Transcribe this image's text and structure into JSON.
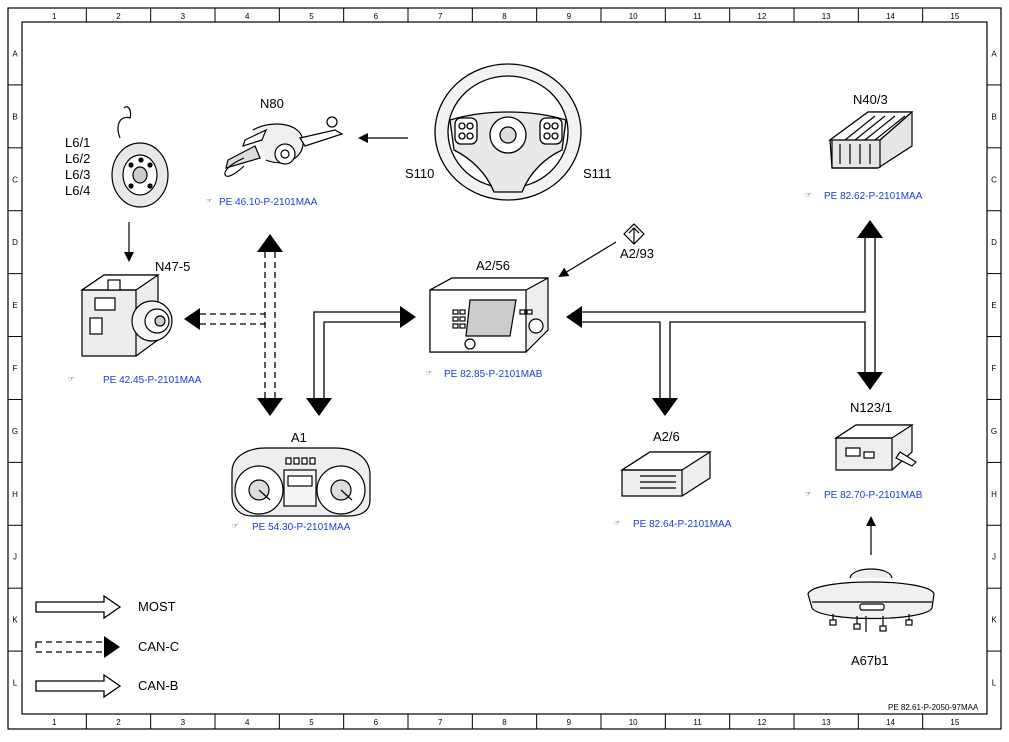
{
  "grid": {
    "columns": [
      "1",
      "2",
      "3",
      "4",
      "5",
      "6",
      "7",
      "8",
      "9",
      "10",
      "11",
      "12",
      "13",
      "14",
      "15"
    ],
    "rows": [
      "A",
      "B",
      "C",
      "D",
      "E",
      "F",
      "G",
      "H",
      "J",
      "K",
      "L"
    ]
  },
  "components": {
    "l6": {
      "labels": [
        "L6/1",
        "L6/2",
        "L6/3",
        "L6/4"
      ]
    },
    "n80": {
      "label": "N80",
      "ref": "PE 46.10-P-2101MAA"
    },
    "steering": {
      "left": "S110",
      "right": "S111"
    },
    "n40_3": {
      "label": "N40/3",
      "ref": "PE 82.62-P-2101MAA"
    },
    "n47_5": {
      "label": "N47-5",
      "ref": "PE 42.45-P-2101MAA"
    },
    "a2_56": {
      "label": "A2/56",
      "ref": "PE 82.85-P-2101MAB"
    },
    "a2_93": {
      "label": "A2/93"
    },
    "a1": {
      "label": "A1",
      "ref": "PE 54.30-P-2101MAA"
    },
    "a2_6": {
      "label": "A2/6",
      "ref": "PE 82.64-P-2101MAA"
    },
    "n123_1": {
      "label": "N123/1",
      "ref": "PE 82.70-P-2101MAB"
    },
    "a67b1": {
      "label": "A67b1"
    }
  },
  "legend": [
    {
      "label": "MOST",
      "style": "hollow"
    },
    {
      "label": "CAN-C",
      "style": "dashed"
    },
    {
      "label": "CAN-B",
      "style": "hollow"
    }
  ],
  "doc_id": "PE 82.61-P-2050-97MAA"
}
